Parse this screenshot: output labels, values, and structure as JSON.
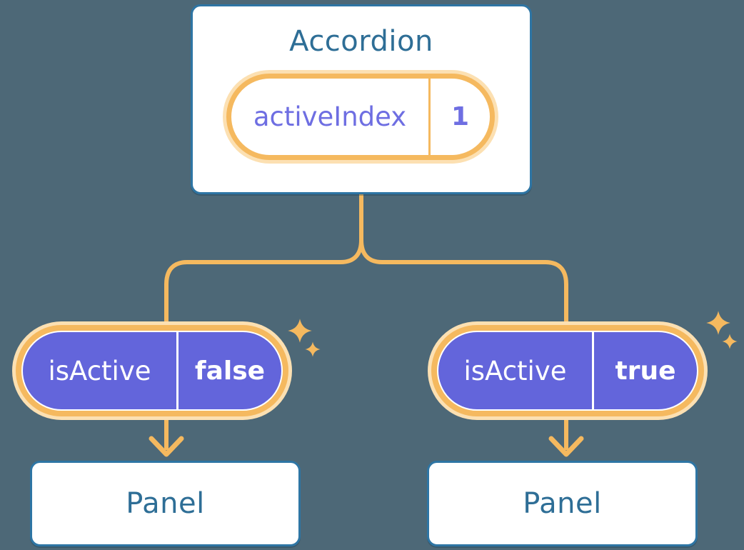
{
  "diagram": {
    "root": {
      "title": "Accordion",
      "prop": {
        "name": "activeIndex",
        "value": "1"
      }
    },
    "branches": [
      {
        "prop": {
          "name": "isActive",
          "value": "false"
        },
        "child": {
          "label": "Panel"
        }
      },
      {
        "prop": {
          "name": "isActive",
          "value": "true"
        },
        "child": {
          "label": "Panel"
        }
      }
    ]
  },
  "icons": [
    "sparkle-icon",
    "arrow-down-icon"
  ],
  "colors": {
    "bg": "#4D6877",
    "boxBorder": "#2E75A4",
    "boxBg": "#FFFFFF",
    "headingText": "#2E6E96",
    "orange": "#F5B95F",
    "orangeHalo": "#FCE0B2",
    "purple": "#6365DB",
    "purpleText": "#6E6EE2",
    "valueText": "#FFFFFF"
  }
}
